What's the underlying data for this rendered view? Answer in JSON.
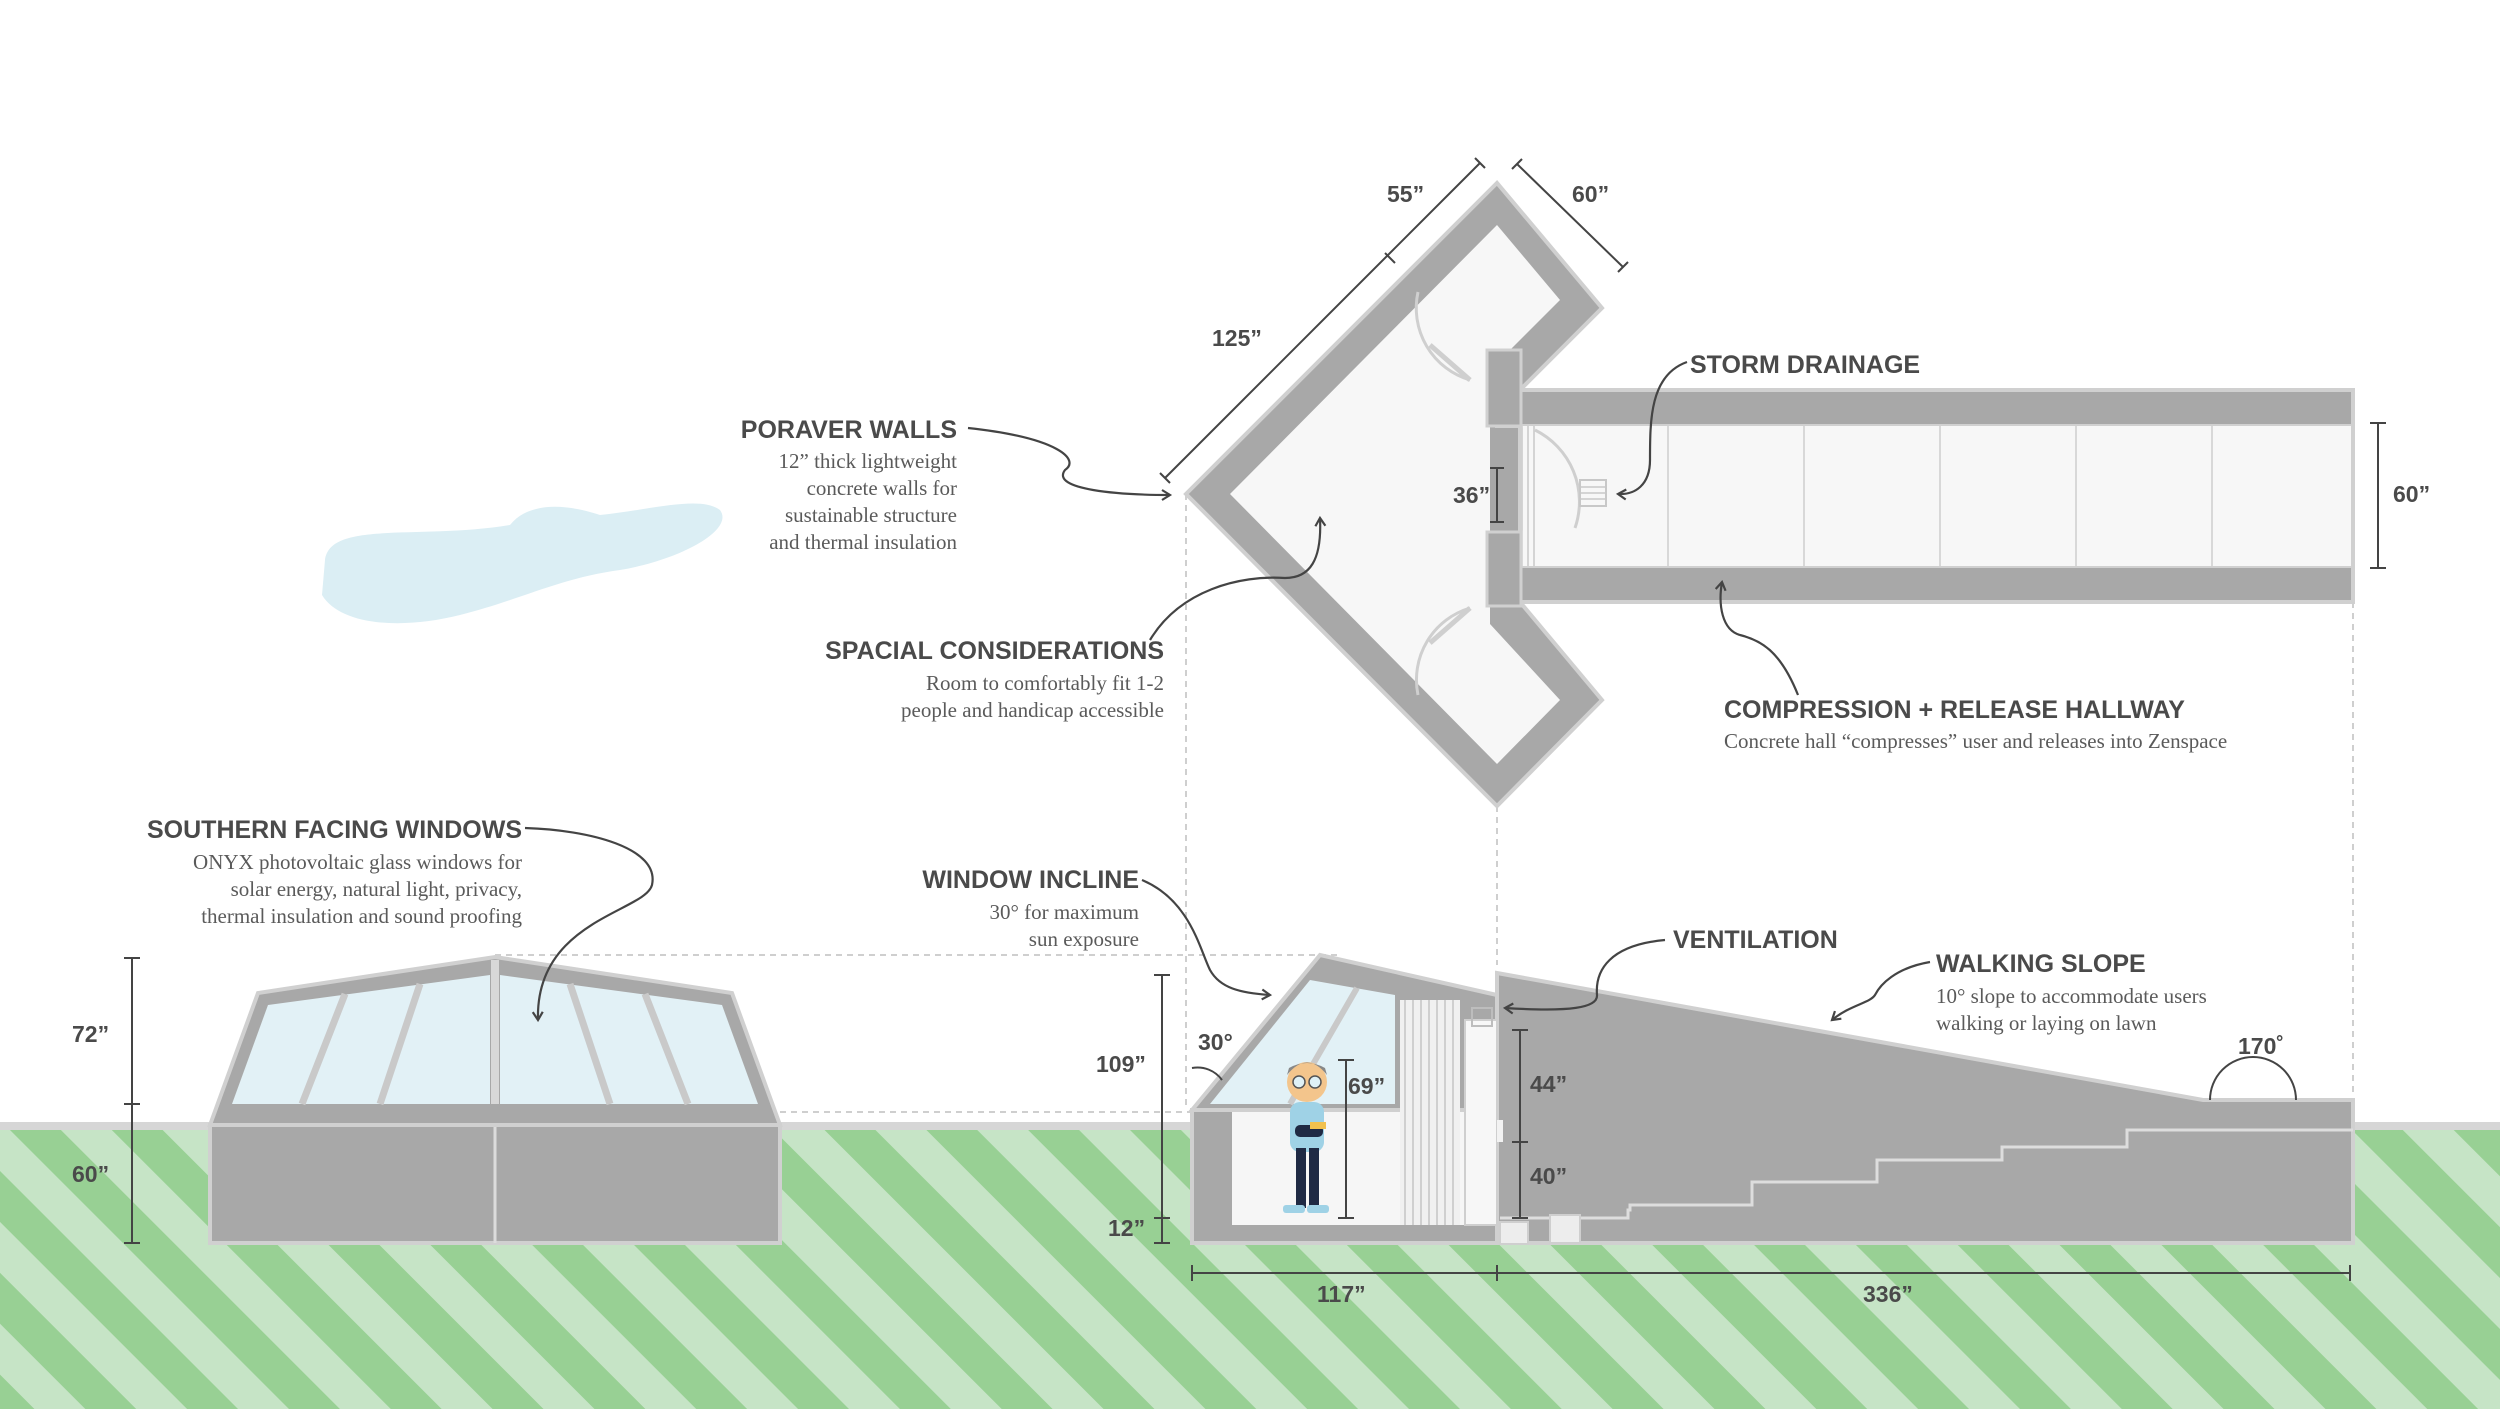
{
  "labels": {
    "southern_windows": {
      "title": "SOUTHERN FACING WINDOWS",
      "lines": [
        "ONYX photovoltaic glass windows for",
        "solar energy, natural light, privacy,",
        "thermal insulation and sound proofing"
      ]
    },
    "poraver_walls": {
      "title": "PORAVER WALLS",
      "lines": [
        "12” thick lightweight",
        "concrete walls for",
        "sustainable structure",
        "and thermal insulation"
      ]
    },
    "spacial": {
      "title": "SPACIAL CONSIDERATIONS",
      "lines": [
        "Room to comfortably fit 1-2",
        "people and handicap accessible"
      ]
    },
    "storm_drainage": {
      "title": "STORM DRAINAGE"
    },
    "compression": {
      "title": "COMPRESSION + RELEASE HALLWAY",
      "lines": [
        "Concrete hall “compresses” user and releases into Zenspace"
      ]
    },
    "window_incline": {
      "title": "WINDOW INCLINE",
      "lines": [
        "30°  for maximum",
        "sun exposure"
      ]
    },
    "ventilation": {
      "title": "VENTILATION"
    },
    "walking_slope": {
      "title": "WALKING SLOPE",
      "lines": [
        "10° slope to accommodate users",
        "walking or laying on lawn"
      ]
    }
  },
  "dimensions": {
    "d55": "55”",
    "d60_top": "60”",
    "d125": "125”",
    "d36": "36”",
    "d60_right": "60”",
    "d72": "72”",
    "d60_left": "60”",
    "d109": "109”",
    "d12": "12”",
    "d30deg": "30°",
    "d69": "69”",
    "d44": "44”",
    "d40": "40”",
    "d117": "117”",
    "d336": "336”",
    "d170deg": "170˚"
  },
  "colors": {
    "ground_light": "#c6e4c6",
    "ground_stripe": "#98d094",
    "concrete": "#a8a8a8",
    "concrete_edge": "#d0d0d0",
    "glass": "#e2f1f6",
    "cloud": "#dbeef4",
    "text": "#4a4a4a"
  }
}
